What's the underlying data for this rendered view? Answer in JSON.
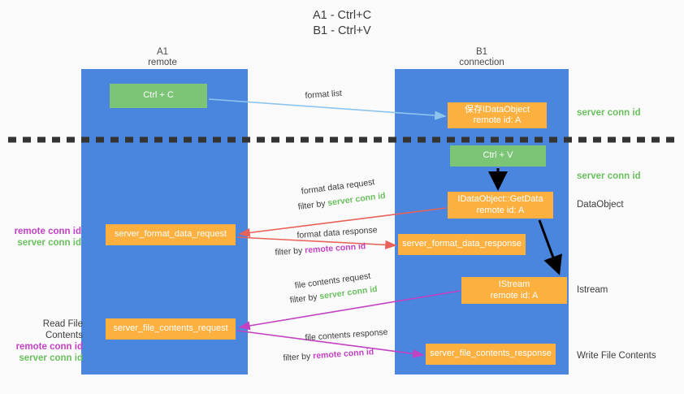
{
  "title": {
    "line1": "A1 - Ctrl+C",
    "line2": "B1 - Ctrl+V"
  },
  "lanes": [
    {
      "id": "A1",
      "name": "A1",
      "subtitle": "remote",
      "color": "#4a86dd"
    },
    {
      "id": "B1",
      "name": "B1",
      "subtitle": "connection",
      "color": "#4a86dd"
    }
  ],
  "boxes": {
    "ctrl_c": {
      "label": "Ctrl + C",
      "color": "#7cc576"
    },
    "save_dataobject": {
      "line1": "保存IDataObject",
      "line2": "remote id: A",
      "color": "#fcb040"
    },
    "ctrl_v": {
      "label": "Ctrl + V",
      "color": "#7cc576"
    },
    "getdata": {
      "line1": "IDataObject::GetData",
      "line2": "remote id: A",
      "color": "#fcb040"
    },
    "format_data_request": {
      "label": "server_format_data_request",
      "color": "#fcb040"
    },
    "format_data_response": {
      "label": "server_format_data_response",
      "color": "#fcb040"
    },
    "istream": {
      "line1": "IStream",
      "line2": "remote id: A",
      "color": "#fcb040"
    },
    "file_contents_request": {
      "label": "server_file_contents_request",
      "color": "#fcb040"
    },
    "file_contents_response": {
      "label": "server_file_contents_response",
      "color": "#fcb040"
    }
  },
  "right_labels": {
    "server_conn_id_1": "server conn id",
    "server_conn_id_2": "server conn id",
    "dataobject": "DataObject",
    "istream": "Istream",
    "write_file_contents": "Write File Contents"
  },
  "left_labels": {
    "group1": {
      "remote": "remote conn id",
      "server": "server conn id"
    },
    "group2": {
      "heading": "Read File Contents",
      "remote": "remote conn id",
      "server": "server conn id"
    }
  },
  "arrow_labels": {
    "format_list": "format list",
    "format_data_request": "format data request",
    "format_data_request_filter_prefix": "filter by ",
    "format_data_request_filter_value": "server conn id",
    "format_data_response": "format data response",
    "format_data_response_filter_prefix": "filter by ",
    "format_data_response_filter_value": "remote conn id",
    "file_contents_request": "file contents request",
    "file_contents_request_filter_prefix": "filter by ",
    "file_contents_request_filter_value": "server conn id",
    "file_contents_response": "file contents response",
    "file_contents_response_filter_prefix": "filter by ",
    "file_contents_response_filter_value": "remote conn id"
  },
  "colors": {
    "lane_blue": "#4a86dd",
    "green_box": "#7cc576",
    "orange_box": "#fcb040",
    "green_text": "#6abf5e",
    "purple_text": "#c341c3",
    "light_blue_arrow": "#8ec5ef",
    "red_arrow": "#e8625a",
    "magenta_arrow": "#c341c3",
    "black_arrow": "#000000",
    "background": "#fafafa"
  }
}
